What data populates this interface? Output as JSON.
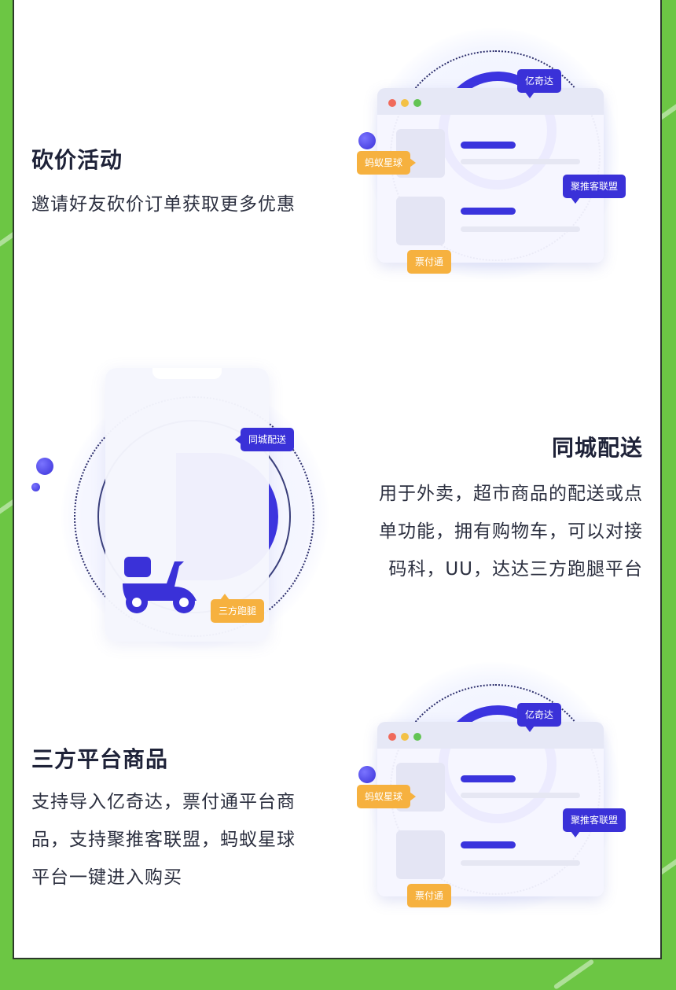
{
  "sections": [
    {
      "title": "砍价活动",
      "description_lines": [
        "邀请好友砍价订单获取更多优惠"
      ],
      "tags": {
        "top": "亿奇达",
        "left": "蚂蚁星球",
        "right": "聚推客联盟",
        "bottom": "票付通"
      }
    },
    {
      "title": "同城配送",
      "description_lines": [
        "用于外卖，超市商品的配送或点",
        "单功能，拥有购物车，可以对接",
        "码科，UU，达达三方跑腿平台"
      ],
      "tags": {
        "top": "同城配送",
        "bottom": "三方跑腿"
      }
    },
    {
      "title": "三方平台商品",
      "description_lines": [
        "支持导入亿奇达，票付通平台商",
        "品，支持聚推客联盟，蚂蚁星球",
        "平台一键进入购买"
      ],
      "tags": {
        "top": "亿奇达",
        "left": "蚂蚁星球",
        "right": "聚推客联盟",
        "bottom": "票付通"
      }
    }
  ],
  "colors": {
    "accent_blue": "#3a31d8",
    "accent_orange": "#f6b13f",
    "background_green": "#6cc644"
  },
  "icons": {
    "delivery": "scooter-icon"
  }
}
